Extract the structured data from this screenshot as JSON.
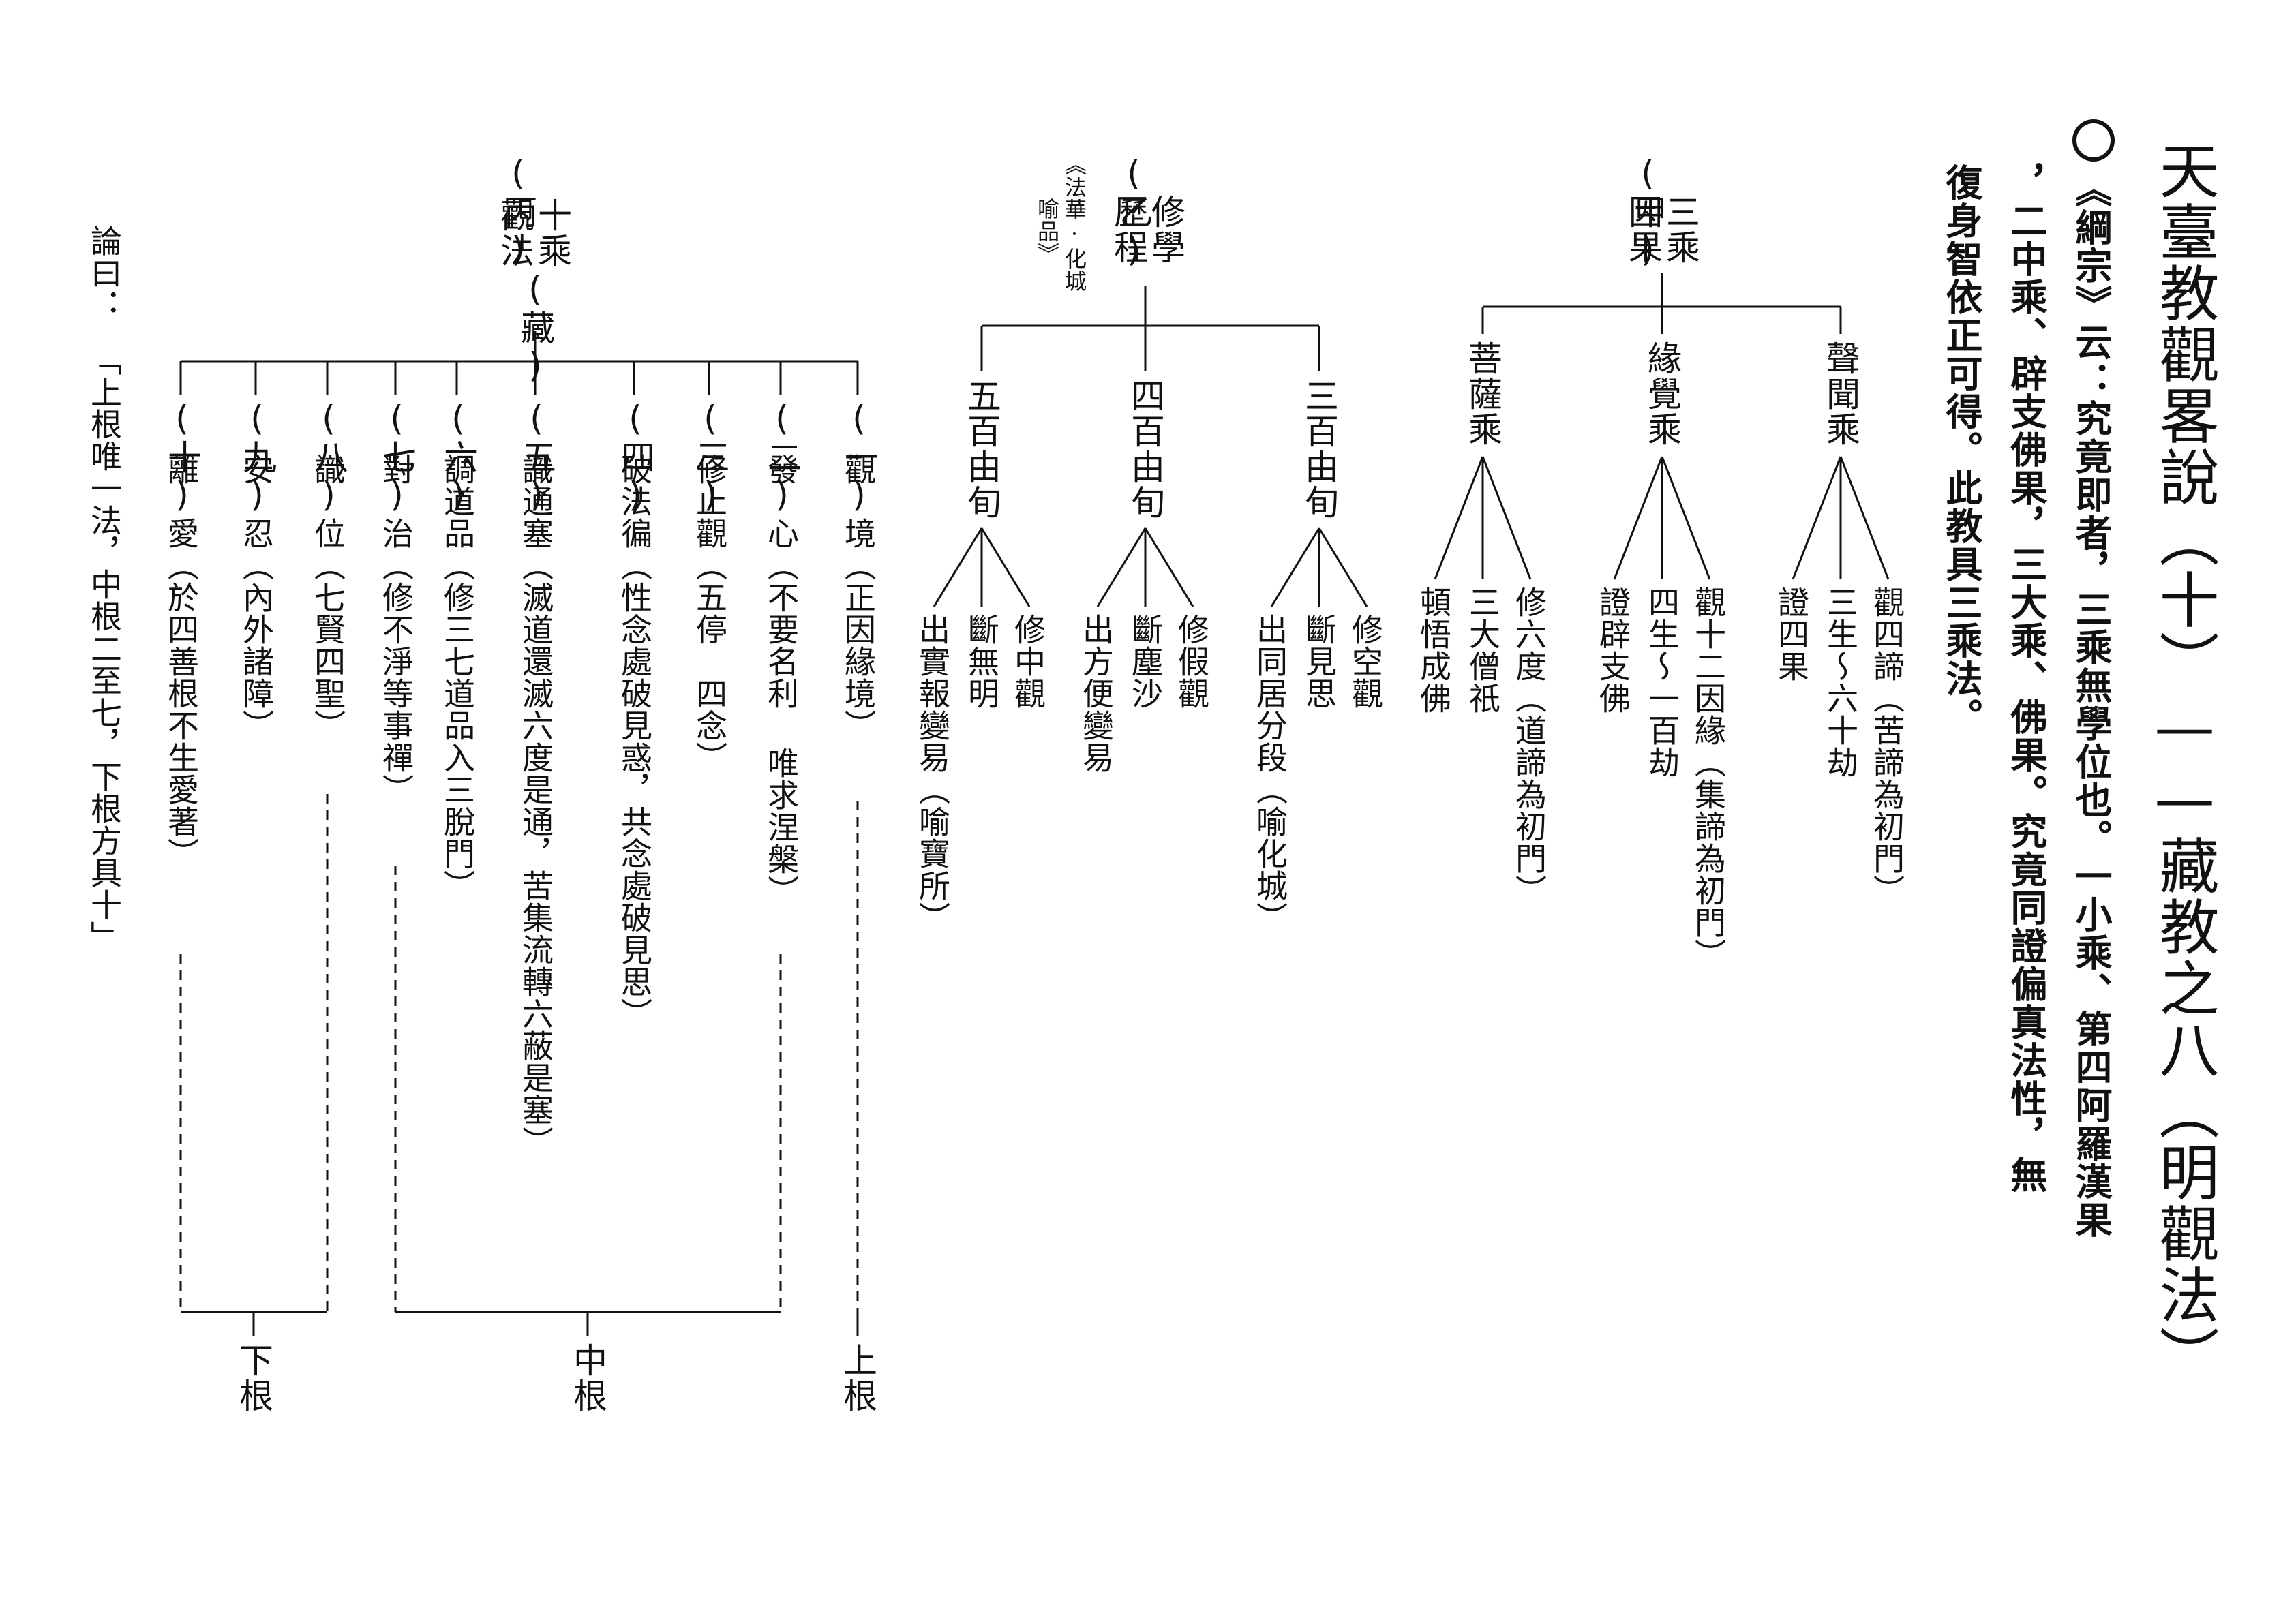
{
  "title": "天臺教觀畧說（十）——藏教之八（明觀法）",
  "intro": {
    "col1": "《綱宗》云：究竟即者，三乘無學位也。一小乘、第四阿羅漢果",
    "col2": "，二中乘、辟支佛果，三大乘、佛果。究竟同證偏真法性，無",
    "col3": "復身智依正可得。此教具三乘法。"
  },
  "section_a": {
    "label_1": "(甲)",
    "label_2": "三乘",
    "label_3": "因果",
    "branches": [
      {
        "name": "聲聞乘",
        "items": [
          "觀四諦（苦諦為初門）",
          "三生～六十劫",
          "證四果"
        ]
      },
      {
        "name": "緣覺乘",
        "items": [
          "觀十二因緣（集諦為初門）",
          "四生～一百劫",
          "證辟支佛"
        ]
      },
      {
        "name": "菩薩乘",
        "items": [
          "修六度（道諦為初門）",
          "三大僧祇",
          "頓悟成佛"
        ]
      }
    ]
  },
  "section_b": {
    "label_1": "(乙)",
    "label_2": "修學",
    "label_3": "歷程",
    "note_1": "《法華·化城",
    "note_2": "喻品》",
    "branches": [
      {
        "name": "三百由旬",
        "items": [
          "修空觀",
          "斷見思",
          "出同居分段（喻化城）"
        ]
      },
      {
        "name": "四百由旬",
        "items": [
          "修假觀",
          "斷塵沙",
          "出方便變易"
        ]
      },
      {
        "name": "五百由旬",
        "items": [
          "修中觀",
          "斷無明",
          "出實報變易（喻寶所）"
        ]
      }
    ]
  },
  "section_c": {
    "label_1": "(丙)",
    "label_2": "十乘",
    "label_3": "觀法",
    "label_4": "(藏)",
    "items": [
      {
        "num": "(一)",
        "text": "觀　境（正因緣境）"
      },
      {
        "num": "(二)",
        "text": "發　心（不要名利 唯求涅槃）"
      },
      {
        "num": "(三)",
        "text": "修止觀（五停　四念）"
      },
      {
        "num": "(四)",
        "text": "破法徧（性念處破見惑，共念處破見思）"
      },
      {
        "num": "(五)",
        "text": "識通塞（滅道還滅六度是通，苦集流轉六蔽是塞）"
      },
      {
        "num": "(六)",
        "text": "調道品（修三七道品入三脫門）"
      },
      {
        "num": "(七)",
        "text": "對　治（修不淨等事禪）"
      },
      {
        "num": "(八)",
        "text": "識　位（七賢四聖）"
      },
      {
        "num": "(九)",
        "text": "安　忍（內外諸障）"
      },
      {
        "num": "(十)",
        "text": "離　愛（於四善根不生愛著）"
      }
    ],
    "groups": [
      "上根",
      "中根",
      "下根"
    ]
  },
  "conclusion": {
    "col1": "論曰：",
    "col2": "「上根唯一法，中根二至七，下根方具十」"
  }
}
